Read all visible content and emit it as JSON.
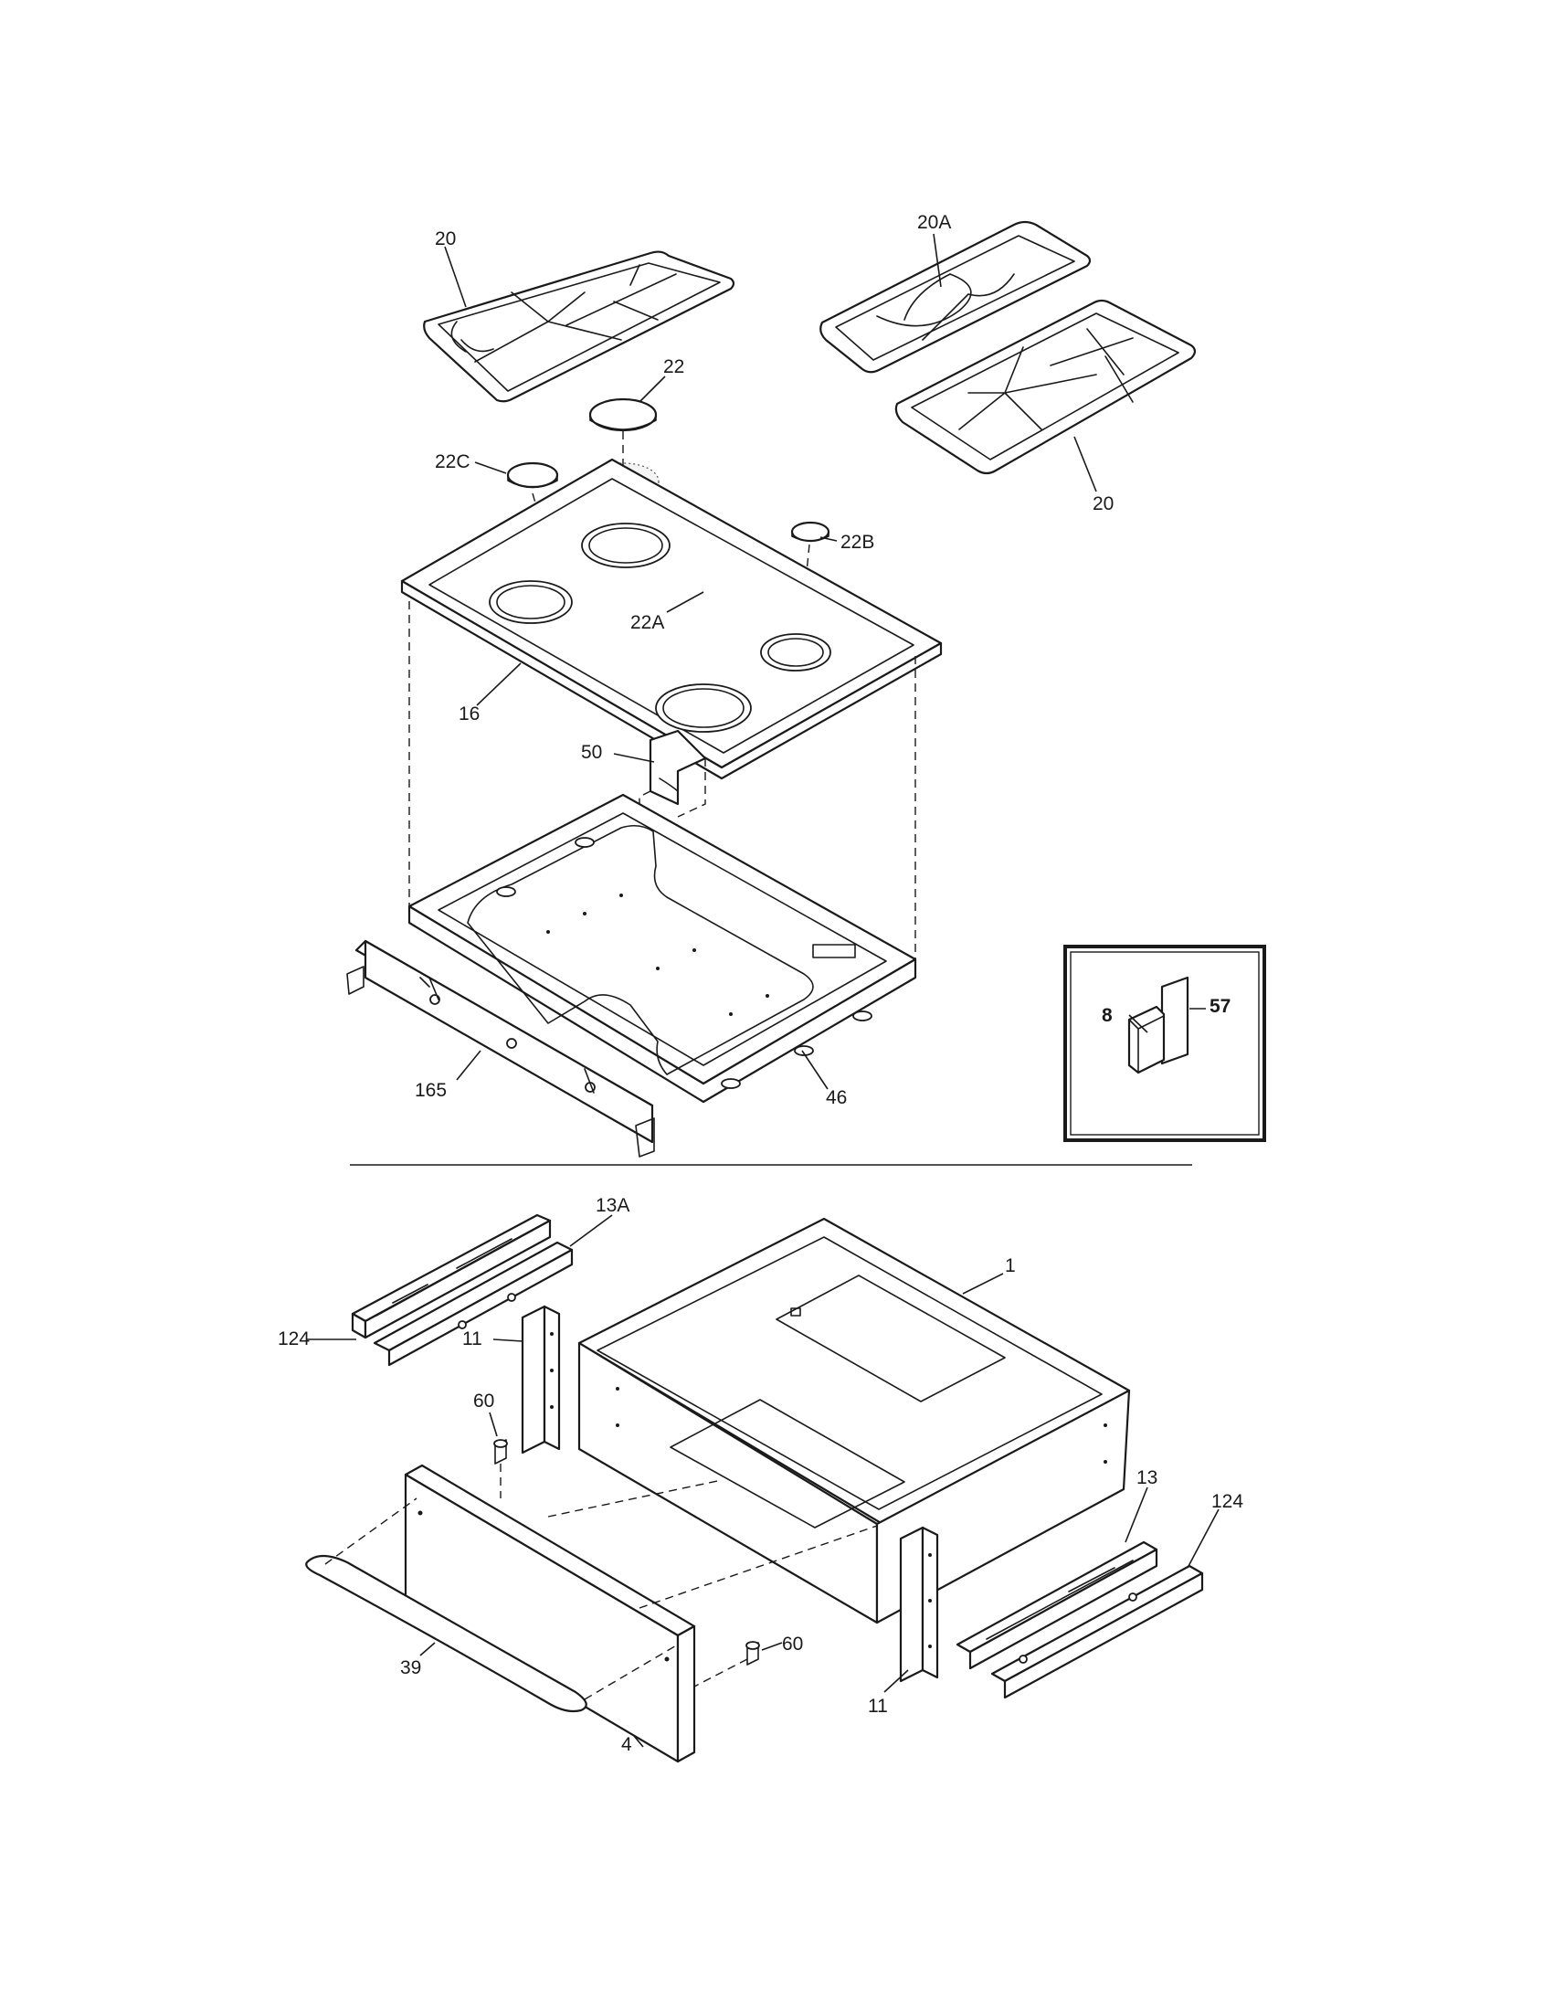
{
  "callouts": {
    "grate_left": "20",
    "grate_center": "20A",
    "grate_right": "20",
    "cap_large": "22",
    "cap_small_left": "22C",
    "cap_small_right": "22B",
    "cap_center": "22A",
    "cooktop": "16",
    "bracket": "50",
    "cooktop_box": "46",
    "front_rail": "165",
    "inset_ignitor": "8",
    "inset_bracket": "57",
    "slide_left_inner": "13A",
    "slide_left_outer": "124",
    "drawer_liner": "1",
    "drawer_support_left": "11",
    "screw_left": "60",
    "drawer_panel": "4",
    "drawer_handle": "39",
    "screw_right": "60",
    "drawer_support_right": "11",
    "slide_right_inner": "13",
    "slide_right_outer": "124"
  }
}
